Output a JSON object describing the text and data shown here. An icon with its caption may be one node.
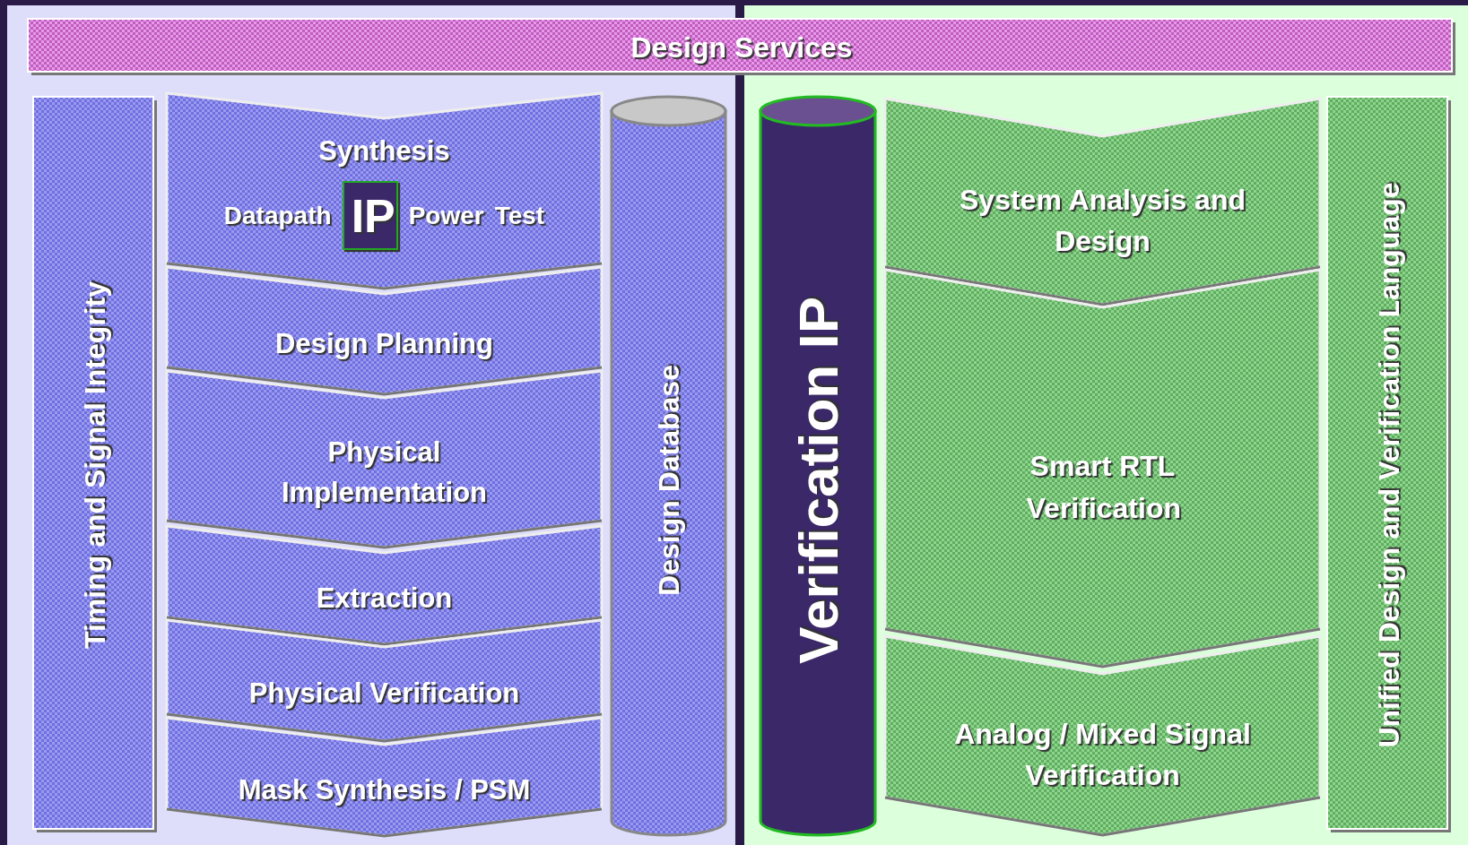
{
  "diagram": {
    "nodes": [
      {
        "text": [
          "Design Services"
        ]
      },
      {
        "text": [
          "Timing and Signal Integrity"
        ]
      },
      {
        "text": [
          "Synthesis",
          "Datapath",
          "Power",
          "Test"
        ]
      },
      {
        "text": [
          "IP"
        ],
        "in": 2
      },
      {
        "text": [
          "Design Planning"
        ]
      },
      {
        "text": [
          "Physical Implementation"
        ]
      },
      {
        "text": [
          "Extraction"
        ]
      },
      {
        "text": [
          "Physical Verification"
        ]
      },
      {
        "text": [
          "Mask Synthesis / PSM"
        ]
      },
      {
        "text": [
          "Design Database"
        ]
      },
      {
        "text": [
          "Verification IP"
        ]
      },
      {
        "text": [
          "System Analysis and Design"
        ]
      },
      {
        "text": [
          "Smart RTL Verification"
        ]
      },
      {
        "text": [
          "Analog / Mixed Signal Verification"
        ]
      },
      {
        "text": [
          "Unified Design and Verification Language"
        ]
      }
    ]
  }
}
